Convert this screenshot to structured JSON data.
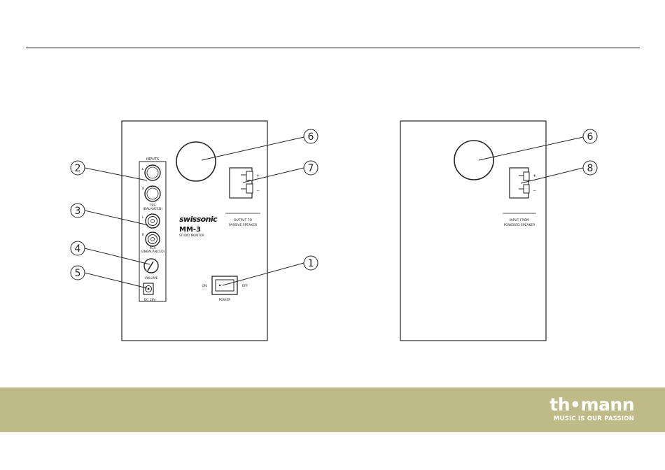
{
  "callouts": {
    "n1": "1",
    "n2": "2",
    "n3": "3",
    "n4": "4",
    "n5": "5",
    "n6a": "6",
    "n6b": "6",
    "n7": "7",
    "n8": "8"
  },
  "front_panel": {
    "inputs_heading": "INPUTS",
    "jack_l_1": "L",
    "jack_r_1": "R",
    "trs_label_1": "TRS",
    "trs_label_2": "(BALANCED)",
    "jack_l_2": "L",
    "jack_r_2": "R",
    "rca_label_1": "RCA",
    "rca_label_2": "(UNBALANCED)",
    "volume_label": "VOLUME",
    "dc_label": "DC 18V",
    "brand": "swissonic",
    "model": "MM-3",
    "model_sub": "STUDIO MONITOR",
    "output_label_1": "OUTPUT TO",
    "output_label_2": "PASSIVE SPEAKER",
    "plus": "+",
    "minus": "−",
    "on_label": "ON",
    "off_label": "OFF",
    "power_label": "POWER"
  },
  "rear_panel": {
    "input_label_1": "INPUT FROM",
    "input_label_2": "POWERED SPEAKER",
    "plus": "+",
    "minus": "−"
  },
  "footer": {
    "logo_text": "th•mann",
    "slogan": "MUSIC IS OUR PASSION",
    "color": "#bfbb88"
  }
}
